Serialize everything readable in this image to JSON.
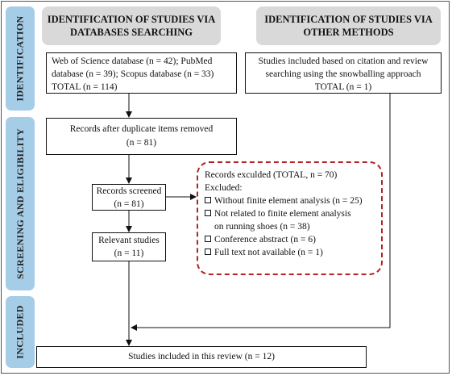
{
  "phases": {
    "identification": "IDENTIFICATION",
    "screening": "SCREENING AND ELIGIBILITY",
    "included": "INCLUDED"
  },
  "headers": {
    "databases": "IDENTIFICATION OF STUDIES VIA\nDATABASES SEARCHING",
    "other": "IDENTIFICATION OF STUDIES VIA\nOTHER METHODS"
  },
  "boxes": {
    "databases": "Web of Science database (n = 42); PubMed\ndatabase (n = 39); Scopus database (n = 33)\nTOTAL (n = 114)",
    "other": "Studies included based on citation and review\nsearching using the snowballing approach\nTOTAL (n = 1)",
    "duplicates": "Records after duplicate items removed\n(n = 81)",
    "screened": "Records screened\n(n = 81)",
    "relevant": "Relevant studies\n(n = 11)",
    "included": "Studies included in this review (n = 12)"
  },
  "excluded": {
    "title": "Records exculded (TOTAL, n = 70)",
    "subtitle": "Excluded:",
    "items": [
      "Without finite element analysis (n = 25)",
      "Not related to finite element analysis\non running shoes (n = 38)",
      "Conference abstract (n = 6)",
      "Full text not available (n = 1)"
    ]
  }
}
